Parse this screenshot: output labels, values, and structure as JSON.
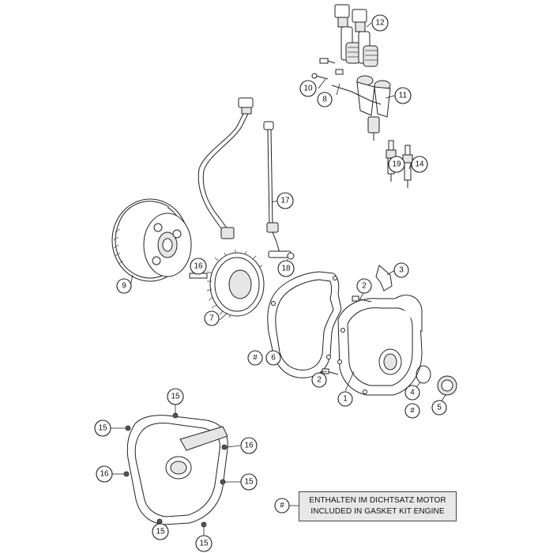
{
  "callouts": [
    {
      "label": "1"
    },
    {
      "label": "2"
    },
    {
      "label": "2"
    },
    {
      "label": "3"
    },
    {
      "label": "4"
    },
    {
      "label": "#"
    },
    {
      "label": "5"
    },
    {
      "label": "#"
    },
    {
      "label": "6"
    },
    {
      "label": "7"
    },
    {
      "label": "8"
    },
    {
      "label": "9"
    },
    {
      "label": "10"
    },
    {
      "label": "11"
    },
    {
      "label": "12"
    },
    {
      "label": "14"
    },
    {
      "label": "15"
    },
    {
      "label": "15"
    },
    {
      "label": "15"
    },
    {
      "label": "15"
    },
    {
      "label": "15"
    },
    {
      "label": "16"
    },
    {
      "label": "16"
    },
    {
      "label": "16"
    },
    {
      "label": "17"
    },
    {
      "label": "18"
    },
    {
      "label": "19"
    },
    {
      "label": "#"
    }
  ],
  "legend": {
    "symbol": "#",
    "line1": "ENTHALTEN IM DICHTSATZ MOTOR",
    "line2": "INCLUDED IN GASKET KIT ENGINE"
  }
}
